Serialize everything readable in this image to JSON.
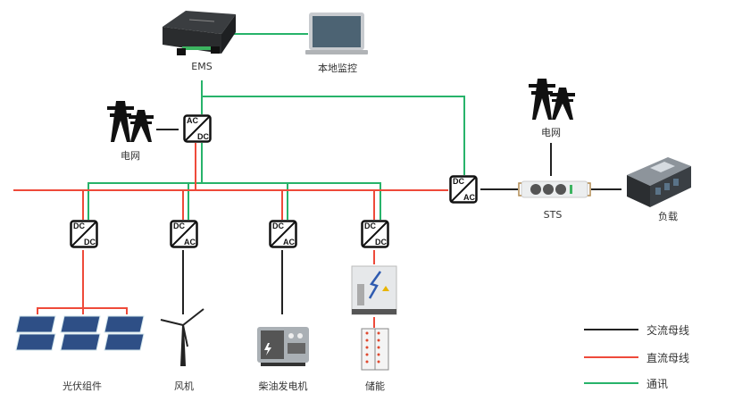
{
  "colors": {
    "ac_bus": "#222222",
    "dc_bus": "#ee4a3a",
    "comm": "#27b36a"
  },
  "nodes": {
    "ems": {
      "label": "EMS",
      "icon": "ems-controller-icon"
    },
    "local_monitor": {
      "label": "本地监控",
      "icon": "laptop-icon"
    },
    "grid_left": {
      "label": "电网",
      "icon": "power-tower-icon"
    },
    "grid_right": {
      "label": "电网",
      "icon": "power-tower-icon"
    },
    "sts": {
      "label": "STS",
      "icon": "static-transfer-switch-icon"
    },
    "load": {
      "label": "负载",
      "icon": "building-load-icon"
    },
    "pv": {
      "label": "光伏组件",
      "icon": "solar-panel-icon"
    },
    "wind": {
      "label": "风机",
      "icon": "wind-turbine-icon"
    },
    "diesel": {
      "label": "柴油发电机",
      "icon": "diesel-generator-icon"
    },
    "storage": {
      "label": "储能",
      "icon": "energy-storage-cabinet-icon"
    }
  },
  "converters": {
    "grid_acdc": {
      "top": "AC",
      "bottom": "DC"
    },
    "main_dcac": {
      "top": "DC",
      "bottom": "AC"
    },
    "pv_dcdc": {
      "top": "DC",
      "bottom": "DC"
    },
    "wind_dcac": {
      "top": "DC",
      "bottom": "AC"
    },
    "diesel_dcac": {
      "top": "DC",
      "bottom": "AC"
    },
    "storage_dcdc": {
      "top": "DC",
      "bottom": "DC"
    }
  },
  "legend": [
    {
      "label": "交流母线",
      "color_key": "ac_bus"
    },
    {
      "label": "直流母线",
      "color_key": "dc_bus"
    },
    {
      "label": "通讯",
      "color_key": "comm"
    }
  ]
}
